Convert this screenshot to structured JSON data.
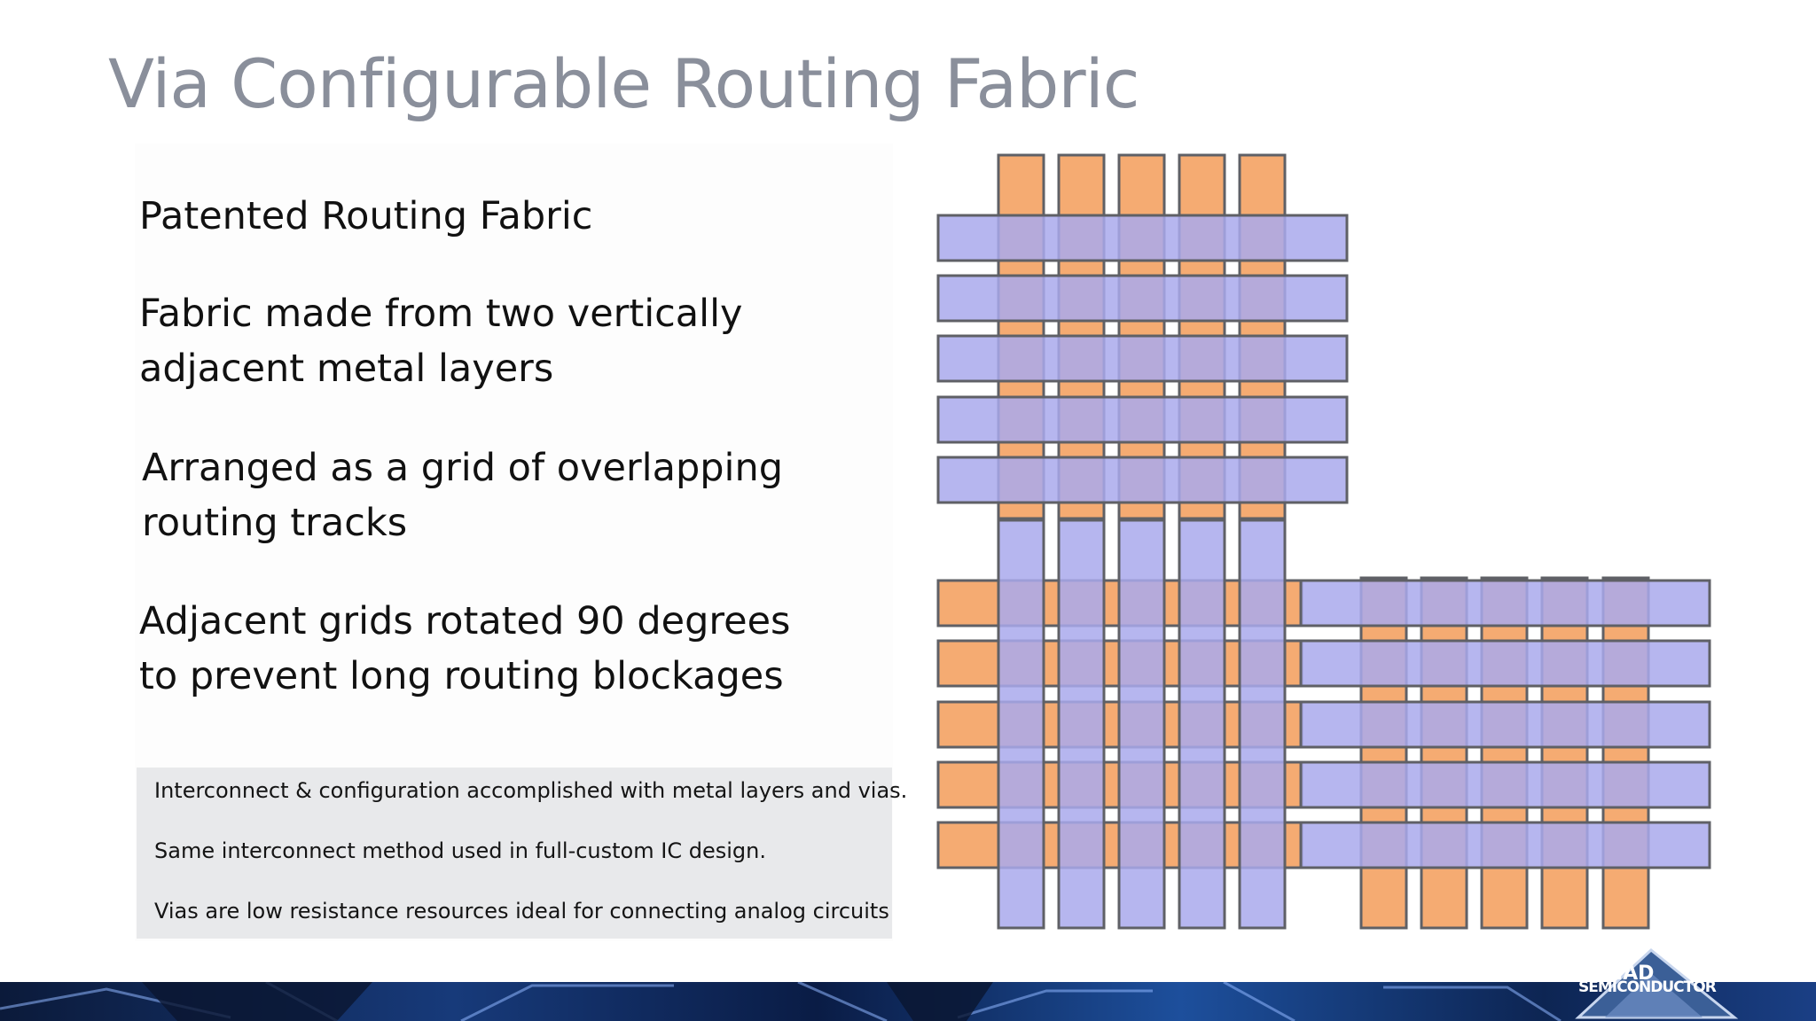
{
  "slide": {
    "title": "Via Configurable Routing Fabric",
    "bullets": [
      [
        "Patented Routing Fabric"
      ],
      [
        "Fabric made from two vertically",
        "adjacent metal layers"
      ],
      [
        "Arranged as a grid of overlapping",
        "routing tracks"
      ],
      [
        "Adjacent grids rotated 90 degrees",
        "to prevent long routing blockages"
      ]
    ],
    "notes": [
      "Interconnect & configuration accomplished with metal layers and vias.",
      "Same interconnect method used in full-custom IC design.",
      "Vias are low resistance resources ideal for connecting analog circuits"
    ]
  },
  "diagram": {
    "colors": {
      "orange_track": "#f5ab72",
      "blue_track": "#a9a9ec",
      "outline": "#5f6066"
    }
  },
  "logo": {
    "line1": "TRIAD",
    "line2": "SEMICONDUCTOR"
  }
}
